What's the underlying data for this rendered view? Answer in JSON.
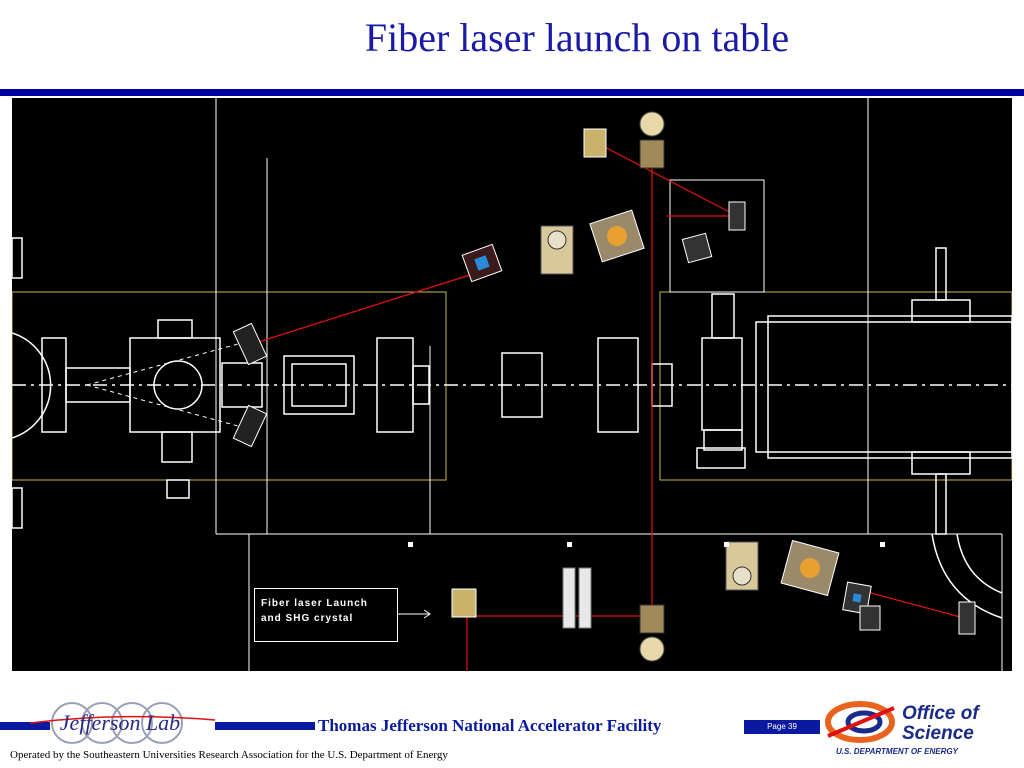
{
  "slide": {
    "title": "Fiber laser launch on table"
  },
  "diagram": {
    "callout_line1": "Fiber laser Launch",
    "callout_line2": "and SHG crystal",
    "colors": {
      "background": "#000000",
      "outline": "#ffffff",
      "table_outline": "#c8b84a",
      "beam": "#e01010"
    }
  },
  "footer": {
    "facility": "Thomas Jefferson National Accelerator Facility",
    "page": "Page 39",
    "operated_by": "Operated by the Southeastern Universities Research Association for the U.S. Department of  Energy",
    "jlab_logo_text": "Jefferson Lab",
    "doe_line1": "Office of",
    "doe_line2": "Science",
    "doe_sub": "U.S. DEPARTMENT OF ENERGY",
    "colors": {
      "navy": "#0a1aa0",
      "doe_orange": "#e8641e"
    }
  }
}
